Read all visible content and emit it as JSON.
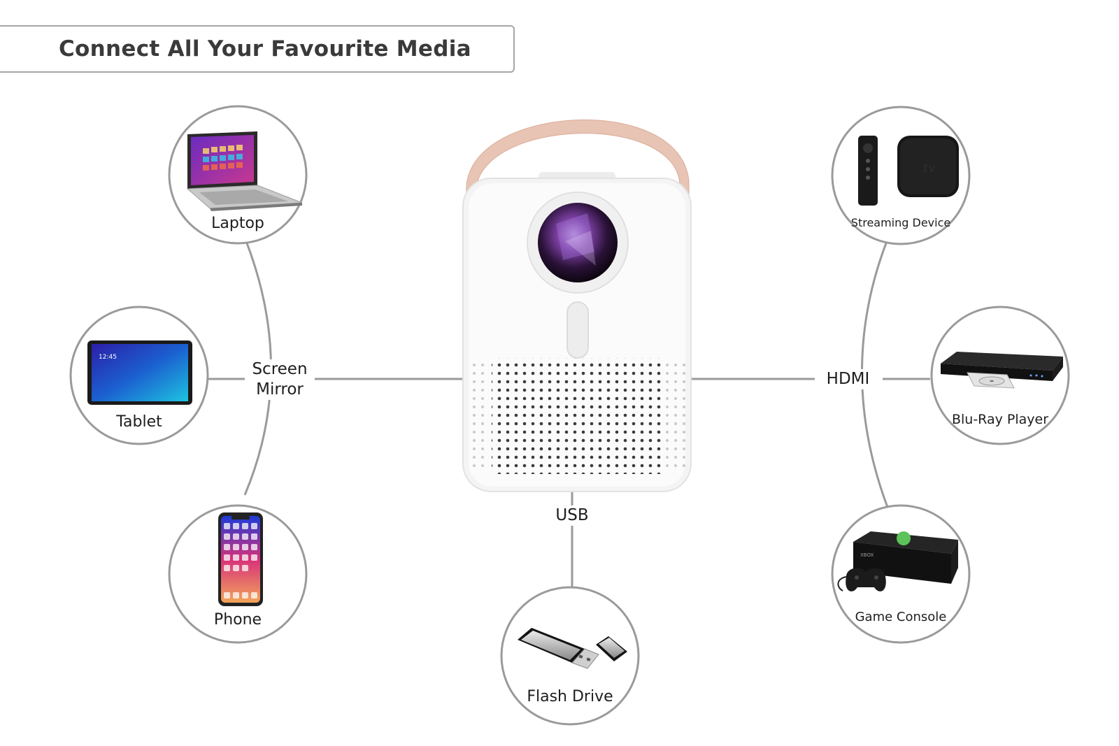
{
  "title": "Connect All Your Favourite Media",
  "connections": {
    "screen_mirror": "Screen\nMirror",
    "hdmi": "HDMI",
    "usb": "USB"
  },
  "devices": {
    "laptop": "Laptop",
    "tablet": "Tablet",
    "phone": "Phone",
    "streaming": "Streaming Device",
    "bluray": "Blu-Ray Player",
    "console": "Game Console",
    "flash": "Flash Drive"
  },
  "tablet_clock": "12:45",
  "tv_logo": "tv",
  "xbox_logo": "XBOX",
  "colors": {
    "line": "#9a9a9a",
    "circle": "#9a9a9a",
    "handle": "#e8c4b4",
    "projector_body": "#f4f4f4"
  }
}
